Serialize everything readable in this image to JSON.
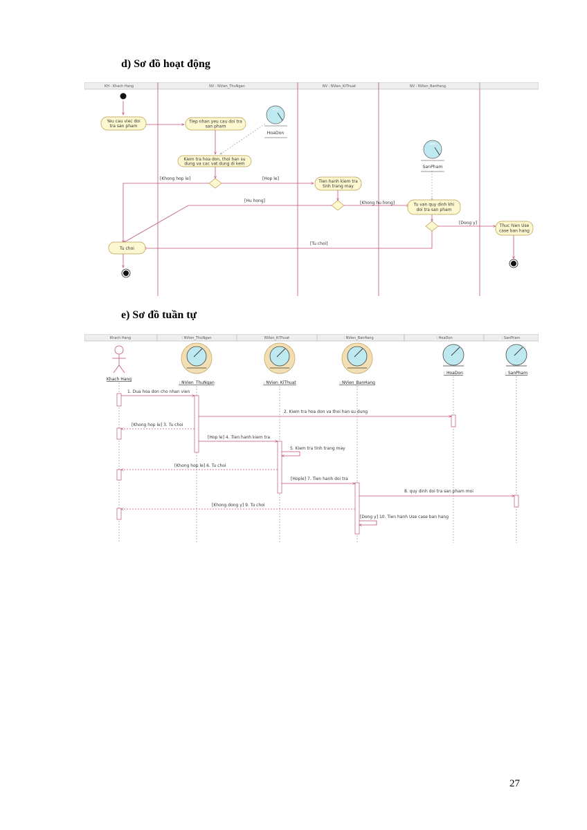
{
  "headings": {
    "activity": "d)   Sơ đồ hoạt động",
    "sequence": "e)   Sơ đồ tuần tự"
  },
  "page_number": "27",
  "activity_diagram": {
    "swimlanes": [
      "KH : Khach Hang",
      "NV : NVien_ThuNgan",
      "NV : NVien_KiThuat",
      "NV : NVien_BanHang"
    ],
    "actions": {
      "a1": [
        "Yeu cau viec doi",
        "tra san pham"
      ],
      "a2": [
        "Tiep nhan yeu cau doi tra",
        "san pham"
      ],
      "a3": [
        "Kiem tra hoa don, thoi han su",
        "dung va cac vat dung di kem"
      ],
      "a4": [
        "Tien hanh kiem tra",
        "tinh trang may"
      ],
      "a5": [
        "Tu van quy dinh khi",
        "doi tra san pham"
      ],
      "a6": [
        "Thuc hien Use",
        "case ban hang"
      ],
      "a7": [
        "Tu choi"
      ]
    },
    "objects": {
      "hoadon": "HoaDon",
      "sanpham": "SanPham"
    },
    "guards": {
      "khong_hop_le": "[Khong hop le]",
      "hop_le": "[Hop le]",
      "hu_hong": "[Hu hong]",
      "khong_hu_hong": "[Khong hu hong]",
      "dong_y": "[Dong y]",
      "tu_choi": "[Tu choi]"
    }
  },
  "sequence_diagram": {
    "header": [
      "Khach Hang",
      ": NVien_ThuNgan",
      "NVien_KiThuat",
      ": NVien_BanHang",
      ": HoaDon",
      ": SanPham"
    ],
    "participants": [
      "Khach Hang",
      ": NVien_ThuNgan",
      ": NVien_KiThuat",
      ": NVien_BanHang",
      ": HoaDon",
      ": SanPham"
    ],
    "messages": [
      "1. Dua hoa don cho nhan vien",
      "2. Kiem tra hoa don va thoi han su dung",
      "[Khong hop le] 3. Tu choi",
      "[Hop le] 4. Tien hanh kiem tra",
      "5. Kiem tra tinh trang may",
      "[Khong hop le] 6. Tu choi",
      "[Hople] 7. Tien hanh doi tra",
      "8. quy dinh doi tra san pham moi",
      "[Khong dong y] 9. Tu choi",
      "[Dong y] 10. Tien hanh Use case ban hang"
    ]
  },
  "colors": {
    "line": "#c0507a",
    "action_fill": "#fdf8d0",
    "action_stroke": "#b89a4a",
    "object_fill": "#bfe9f0",
    "actor_ring": "#e7c89a"
  }
}
